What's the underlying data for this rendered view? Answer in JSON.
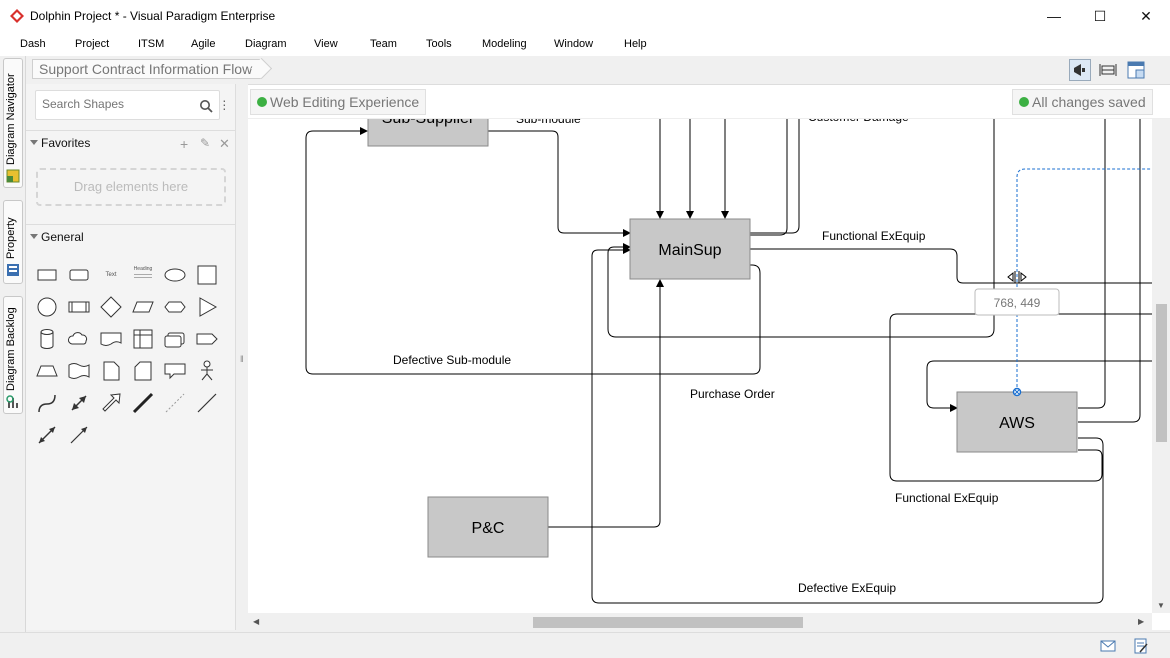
{
  "window": {
    "title": "Dolphin Project * - Visual Paradigm Enterprise",
    "minimize_glyph": "—",
    "maximize_glyph": "☐",
    "close_glyph": "✕"
  },
  "menu": [
    "Dash",
    "Project",
    "ITSM",
    "Agile",
    "Diagram",
    "View",
    "Team",
    "Tools",
    "Modeling",
    "Window",
    "Help"
  ],
  "breadcrumb": "Support Contract Information Flow",
  "side_tabs": [
    "Diagram Navigator",
    "Property",
    "Diagram Backlog"
  ],
  "shapes_panel": {
    "search_placeholder": "Search Shapes",
    "favorites_title": "Favorites",
    "drag_hint": "Drag elements here",
    "general_title": "General",
    "text_shape_label": "Text",
    "heading_shape_label": "Heading"
  },
  "canvas": {
    "mode_label": "Web Editing Experience",
    "save_status": "All changes saved",
    "cursor_readout": "768, 449"
  },
  "diagram": {
    "nodes": {
      "sub_supplier": "Sub-Supplier",
      "mainsup": "MainSup",
      "aws": "AWS",
      "pc": "P&C"
    },
    "labels": {
      "sub_module": "Sub-module",
      "customer_damage": "Customer Damage",
      "functional_top": "Functional ExEquip",
      "defective_sub": "Defective Sub-module",
      "purchase_order": "Purchase Order",
      "functional_bottom": "Functional ExEquip",
      "defective_exequip": "Defective ExEquip"
    }
  },
  "colors": {
    "node_fill": "#c8c8c8",
    "node_stroke": "#8a8a8a",
    "status_green": "#3cb043",
    "selection_blue": "#1a6fd0",
    "app_red": "#d9302c"
  }
}
